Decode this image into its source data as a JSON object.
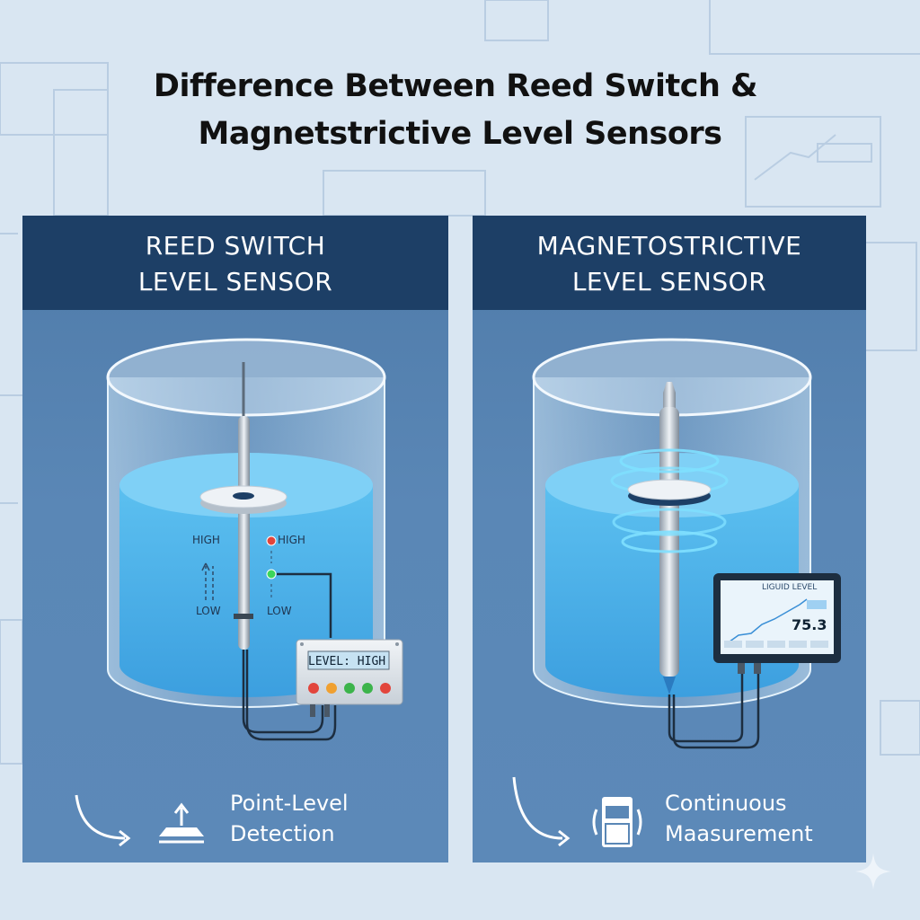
{
  "title": {
    "line1": "Difference Between Reed Switch &",
    "line2": "Magnetstrictive Level Sensors"
  },
  "left_panel": {
    "heading_line1": "REED SWITCH",
    "heading_line2": "LEVEL SENSOR",
    "labels": {
      "high_left": "HIGH",
      "low_left": "LOW",
      "high_right": "HIGH",
      "low_right": "LOW"
    },
    "display_text": "LEVEL:  HIGH",
    "caption_line1": "Point-Level",
    "caption_line2": "Detection",
    "indicator_colors": [
      "#e2453c",
      "#f0a030",
      "#3cb44b",
      "#3cb44b",
      "#e2453c"
    ]
  },
  "right_panel": {
    "heading_line1": "MAGNETOSTRICTIVE",
    "heading_line2": "LEVEL SENSOR",
    "screen_title": "LIGUID LEVEL",
    "screen_value": "75.3",
    "caption_line1": "Continuous",
    "caption_line2": "Maasurement"
  },
  "colors": {
    "header": "#1d3f66",
    "panel": "#5a87b6",
    "liquid": "#58b6e8",
    "background": "#d9e6f2"
  }
}
